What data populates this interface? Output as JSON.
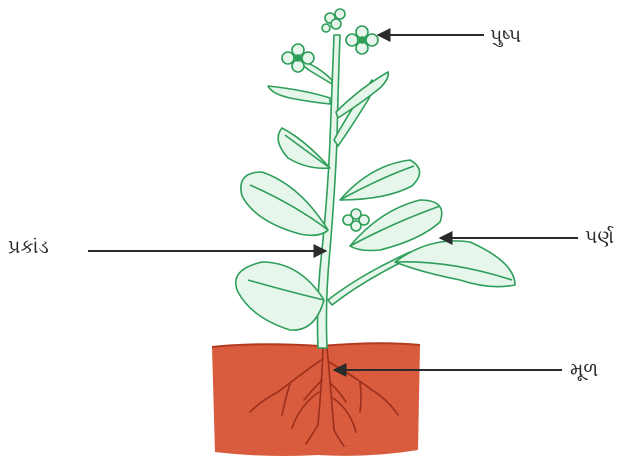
{
  "labels": {
    "flower": "પુષ્પ",
    "leaf": "પર્ણ",
    "stem": "પ્રકાંડ",
    "root": "મૂળ"
  },
  "colors": {
    "plant_outline": "#2e9e5a",
    "plant_fill": "#e6f6ea",
    "soil": "#d9583a",
    "soil_dark": "#b33a22",
    "root": "#9c2f1c",
    "arrow": "#2b2b2b",
    "text": "#2a2a2a"
  }
}
